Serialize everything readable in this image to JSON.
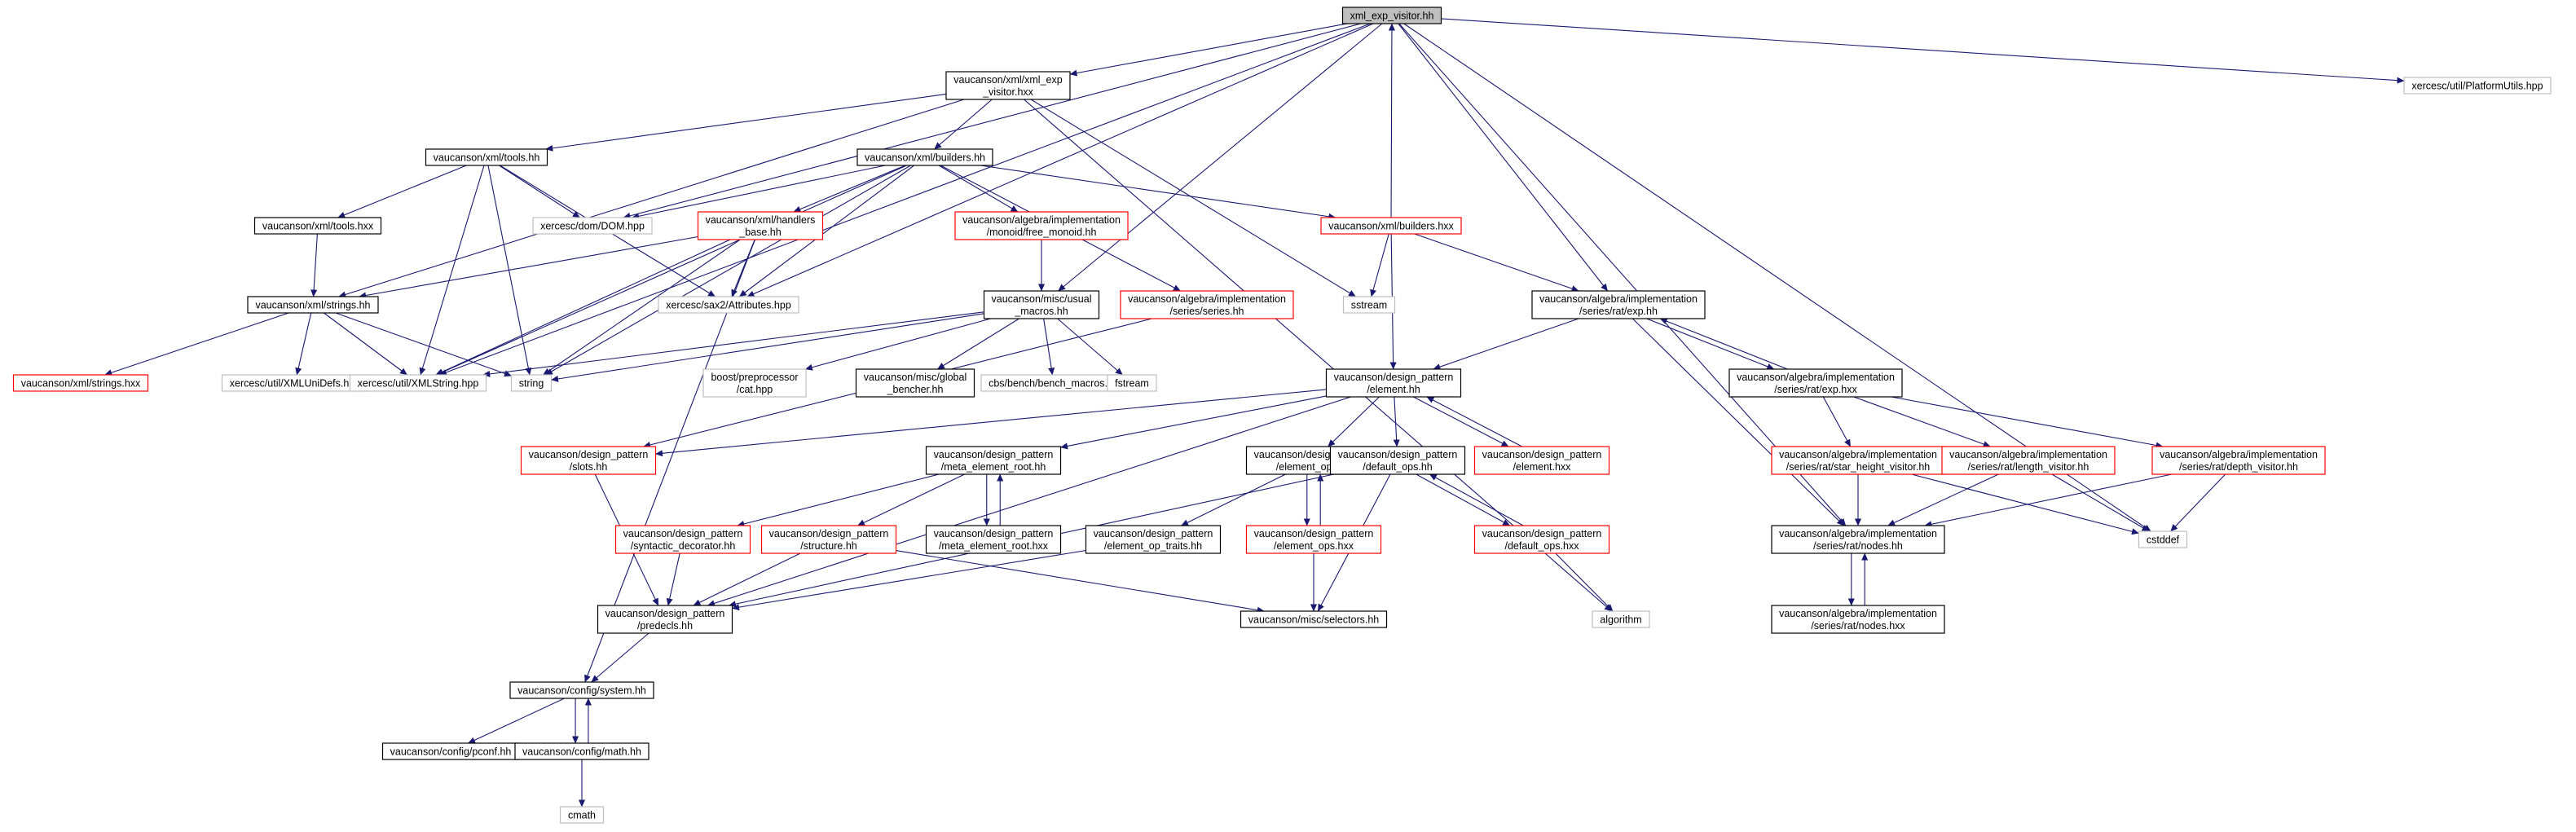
{
  "diagram": {
    "colors": {
      "edge": "#191970",
      "border_black": "#000000",
      "border_red": "#ff0000",
      "border_grey": "#bfbfbf",
      "fill_root": "#bfbfbf",
      "fill": "#ffffff",
      "text": "#000000"
    },
    "nodes": [
      {
        "id": "root",
        "lines": [
          "xml_exp_visitor.hh"
        ],
        "style": "root"
      },
      {
        "id": "pu",
        "lines": [
          "xercesc/util/PlatformUtils.hpp"
        ],
        "style": "grey"
      },
      {
        "id": "xev",
        "lines": [
          "vaucanson/xml/xml_exp",
          "_visitor.hxx"
        ],
        "style": "black"
      },
      {
        "id": "tools",
        "lines": [
          "vaucanson/xml/tools.hh"
        ],
        "style": "black"
      },
      {
        "id": "builders",
        "lines": [
          "vaucanson/xml/builders.hh"
        ],
        "style": "black"
      },
      {
        "id": "dom",
        "lines": [
          "xercesc/dom/DOM.hpp"
        ],
        "style": "grey"
      },
      {
        "id": "handlers",
        "lines": [
          "vaucanson/xml/handlers",
          "_base.hh"
        ],
        "style": "red"
      },
      {
        "id": "freemon",
        "lines": [
          "vaucanson/algebra/implementation",
          "/monoid/free_monoid.hh"
        ],
        "style": "red"
      },
      {
        "id": "bhxx",
        "lines": [
          "vaucanson/xml/builders.hxx"
        ],
        "style": "red"
      },
      {
        "id": "toolshxx",
        "lines": [
          "vaucanson/xml/tools.hxx"
        ],
        "style": "black"
      },
      {
        "id": "strings",
        "lines": [
          "vaucanson/xml/strings.hh"
        ],
        "style": "black"
      },
      {
        "id": "attrs",
        "lines": [
          "xercesc/sax2/Attributes.hpp"
        ],
        "style": "grey"
      },
      {
        "id": "usual",
        "lines": [
          "vaucanson/misc/usual",
          "_macros.hh"
        ],
        "style": "black"
      },
      {
        "id": "series",
        "lines": [
          "vaucanson/algebra/implementation",
          "/series/series.hh"
        ],
        "style": "red"
      },
      {
        "id": "sstream",
        "lines": [
          "sstream"
        ],
        "style": "grey"
      },
      {
        "id": "exphh",
        "lines": [
          "vaucanson/algebra/implementation",
          "/series/rat/exp.hh"
        ],
        "style": "black"
      },
      {
        "id": "stringshxx",
        "lines": [
          "vaucanson/xml/strings.hxx"
        ],
        "style": "red"
      },
      {
        "id": "unidefs",
        "lines": [
          "xercesc/util/XMLUniDefs.hpp"
        ],
        "style": "grey"
      },
      {
        "id": "xmlstring",
        "lines": [
          "xercesc/util/XMLString.hpp"
        ],
        "style": "grey"
      },
      {
        "id": "string",
        "lines": [
          "string"
        ],
        "style": "grey"
      },
      {
        "id": "boostcat",
        "lines": [
          "boost/preprocessor",
          "/cat.hpp"
        ],
        "style": "grey"
      },
      {
        "id": "globalb",
        "lines": [
          "vaucanson/misc/global",
          "_bencher.hh"
        ],
        "style": "black"
      },
      {
        "id": "cbs",
        "lines": [
          "cbs/bench/bench_macros.hh"
        ],
        "style": "grey"
      },
      {
        "id": "fstream",
        "lines": [
          "fstream"
        ],
        "style": "grey"
      },
      {
        "id": "element",
        "lines": [
          "vaucanson/design_pattern",
          "/element.hh"
        ],
        "style": "black"
      },
      {
        "id": "exphxx",
        "lines": [
          "vaucanson/algebra/implementation",
          "/series/rat/exp.hxx"
        ],
        "style": "black"
      },
      {
        "id": "slots",
        "lines": [
          "vaucanson/design_pattern",
          "/slots.hh"
        ],
        "style": "red"
      },
      {
        "id": "mer",
        "lines": [
          "vaucanson/design_pattern",
          "/meta_element_root.hh"
        ],
        "style": "black"
      },
      {
        "id": "eops",
        "lines": [
          "vaucanson/design_pattern",
          "/element_ops.hh"
        ],
        "style": "black"
      },
      {
        "id": "dops",
        "lines": [
          "vaucanson/design_pattern",
          "/default_ops.hh"
        ],
        "style": "black"
      },
      {
        "id": "elhxx",
        "lines": [
          "vaucanson/design_pattern",
          "/element.hxx"
        ],
        "style": "red"
      },
      {
        "id": "shv",
        "lines": [
          "vaucanson/algebra/implementation",
          "/series/rat/star_height_visitor.hh"
        ],
        "style": "red"
      },
      {
        "id": "lenv",
        "lines": [
          "vaucanson/algebra/implementation",
          "/series/rat/length_visitor.hh"
        ],
        "style": "red"
      },
      {
        "id": "depv",
        "lines": [
          "vaucanson/algebra/implementation",
          "/series/rat/depth_visitor.hh"
        ],
        "style": "red"
      },
      {
        "id": "cstddef",
        "lines": [
          "cstddef"
        ],
        "style": "grey"
      },
      {
        "id": "synd",
        "lines": [
          "vaucanson/design_pattern",
          "/syntactic_decorator.hh"
        ],
        "style": "red"
      },
      {
        "id": "struct",
        "lines": [
          "vaucanson/design_pattern",
          "/structure.hh"
        ],
        "style": "red"
      },
      {
        "id": "merhxx",
        "lines": [
          "vaucanson/design_pattern",
          "/meta_element_root.hxx"
        ],
        "style": "black"
      },
      {
        "id": "eoptraits",
        "lines": [
          "vaucanson/design_pattern",
          "/element_op_traits.hh"
        ],
        "style": "black"
      },
      {
        "id": "eopshxx",
        "lines": [
          "vaucanson/design_pattern",
          "/element_ops.hxx"
        ],
        "style": "red"
      },
      {
        "id": "dopshxx",
        "lines": [
          "vaucanson/design_pattern",
          "/default_ops.hxx"
        ],
        "style": "red"
      },
      {
        "id": "nodes",
        "lines": [
          "vaucanson/algebra/implementation",
          "/series/rat/nodes.hh"
        ],
        "style": "black"
      },
      {
        "id": "predecls",
        "lines": [
          "vaucanson/design_pattern",
          "/predecls.hh"
        ],
        "style": "black"
      },
      {
        "id": "selectors",
        "lines": [
          "vaucanson/misc/selectors.hh"
        ],
        "style": "black"
      },
      {
        "id": "algorithm",
        "lines": [
          "algorithm"
        ],
        "style": "grey"
      },
      {
        "id": "nodeshxx",
        "lines": [
          "vaucanson/algebra/implementation",
          "/series/rat/nodes.hxx"
        ],
        "style": "black"
      },
      {
        "id": "system",
        "lines": [
          "vaucanson/config/system.hh"
        ],
        "style": "black"
      },
      {
        "id": "pconf",
        "lines": [
          "vaucanson/config/pconf.hh"
        ],
        "style": "black"
      },
      {
        "id": "math",
        "lines": [
          "vaucanson/config/math.hh"
        ],
        "style": "black"
      },
      {
        "id": "cmath",
        "lines": [
          "cmath"
        ],
        "style": "grey"
      }
    ],
    "edges": [
      [
        "root",
        "pu"
      ],
      [
        "root",
        "xev"
      ],
      [
        "root",
        "dom"
      ],
      [
        "root",
        "xmlstring"
      ],
      [
        "root",
        "usual"
      ],
      [
        "root",
        "exphh"
      ],
      [
        "root",
        "nodes"
      ],
      [
        "root",
        "cstddef"
      ],
      [
        "root",
        "attrs"
      ],
      [
        "bhxx",
        "root"
      ],
      [
        "xev",
        "tools"
      ],
      [
        "xev",
        "builders"
      ],
      [
        "xev",
        "strings"
      ],
      [
        "xev",
        "sstream"
      ],
      [
        "xev",
        "algorithm"
      ],
      [
        "tools",
        "toolshxx"
      ],
      [
        "tools",
        "dom"
      ],
      [
        "tools",
        "attrs"
      ],
      [
        "tools",
        "xmlstring"
      ],
      [
        "tools",
        "string"
      ],
      [
        "toolshxx",
        "strings"
      ],
      [
        "strings",
        "stringshxx"
      ],
      [
        "strings",
        "unidefs"
      ],
      [
        "strings",
        "xmlstring"
      ],
      [
        "strings",
        "string"
      ],
      [
        "builders",
        "dom"
      ],
      [
        "builders",
        "handlers"
      ],
      [
        "builders",
        "freemon"
      ],
      [
        "builders",
        "bhxx"
      ],
      [
        "builders",
        "series"
      ],
      [
        "builders",
        "attrs"
      ],
      [
        "builders",
        "xmlstring"
      ],
      [
        "builders",
        "string"
      ],
      [
        "handlers",
        "strings"
      ],
      [
        "handlers",
        "attrs"
      ],
      [
        "handlers",
        "xmlstring"
      ],
      [
        "handlers",
        "string"
      ],
      [
        "handlers",
        "system"
      ],
      [
        "freemon",
        "usual"
      ],
      [
        "usual",
        "boostcat"
      ],
      [
        "usual",
        "globalb"
      ],
      [
        "usual",
        "cbs"
      ],
      [
        "usual",
        "fstream"
      ],
      [
        "usual",
        "string"
      ],
      [
        "usual",
        "xmlstring"
      ],
      [
        "series",
        "slots"
      ],
      [
        "bhxx",
        "sstream"
      ],
      [
        "bhxx",
        "element"
      ],
      [
        "bhxx",
        "exphh"
      ],
      [
        "exphh",
        "element"
      ],
      [
        "exphh",
        "exphxx"
      ],
      [
        "exphh",
        "nodes"
      ],
      [
        "exphxx",
        "exphh"
      ],
      [
        "exphxx",
        "shv"
      ],
      [
        "exphxx",
        "lenv"
      ],
      [
        "exphxx",
        "depv"
      ],
      [
        "element",
        "slots"
      ],
      [
        "element",
        "mer"
      ],
      [
        "element",
        "eops"
      ],
      [
        "element",
        "dops"
      ],
      [
        "element",
        "elhxx"
      ],
      [
        "element",
        "predecls"
      ],
      [
        "elhxx",
        "element"
      ],
      [
        "slots",
        "predecls"
      ],
      [
        "mer",
        "synd"
      ],
      [
        "mer",
        "struct"
      ],
      [
        "mer",
        "merhxx"
      ],
      [
        "merhxx",
        "mer"
      ],
      [
        "synd",
        "predecls"
      ],
      [
        "struct",
        "predecls"
      ],
      [
        "struct",
        "selectors"
      ],
      [
        "eops",
        "eoptraits"
      ],
      [
        "eops",
        "eopshxx"
      ],
      [
        "eopshxx",
        "eops"
      ],
      [
        "eopshxx",
        "selectors"
      ],
      [
        "eoptraits",
        "predecls"
      ],
      [
        "dops",
        "dopshxx"
      ],
      [
        "dops",
        "predecls"
      ],
      [
        "dops",
        "selectors"
      ],
      [
        "dopshxx",
        "dops"
      ],
      [
        "dopshxx",
        "algorithm"
      ],
      [
        "shv",
        "nodes"
      ],
      [
        "shv",
        "cstddef"
      ],
      [
        "lenv",
        "nodes"
      ],
      [
        "lenv",
        "cstddef"
      ],
      [
        "depv",
        "nodes"
      ],
      [
        "depv",
        "cstddef"
      ],
      [
        "nodes",
        "nodeshxx"
      ],
      [
        "nodeshxx",
        "nodes"
      ],
      [
        "predecls",
        "system"
      ],
      [
        "system",
        "pconf"
      ],
      [
        "system",
        "math"
      ],
      [
        "math",
        "system"
      ],
      [
        "math",
        "cmath"
      ]
    ]
  }
}
